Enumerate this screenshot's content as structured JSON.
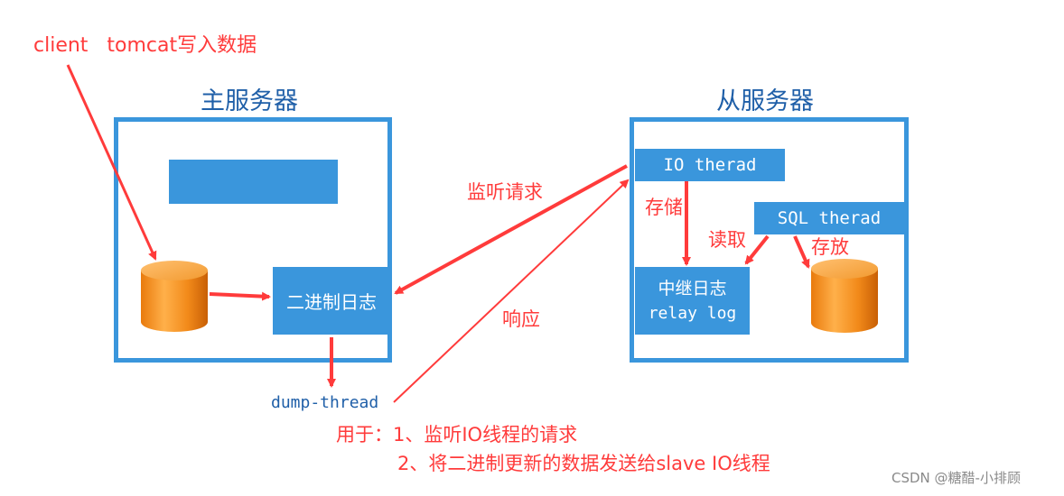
{
  "top_note": "client   tomcat写入数据",
  "master": {
    "title": "主服务器",
    "binlog_label": "二进制日志"
  },
  "slave": {
    "title": "从服务器",
    "io_thread": "IO therad",
    "sql_thread": "SQL therad",
    "relay_log_line1": "中继日志",
    "relay_log_line2": "relay log"
  },
  "labels": {
    "listen": "监听请求",
    "respond": "响应",
    "store": "存储",
    "read": "读取",
    "save": "存放",
    "dump_thread": "dump-thread"
  },
  "note": {
    "line1": "用于：1、监听IO线程的请求",
    "line2": "2、将二进制更新的数据发送给slave IO线程"
  },
  "watermark": "CSDN @糖醋-小排顾",
  "colors": {
    "primary_blue": "#3a96dc",
    "title_blue": "#1f5fa8",
    "arrow_red": "#ff3b3b",
    "cylinder_orange": "#f28a1a"
  }
}
